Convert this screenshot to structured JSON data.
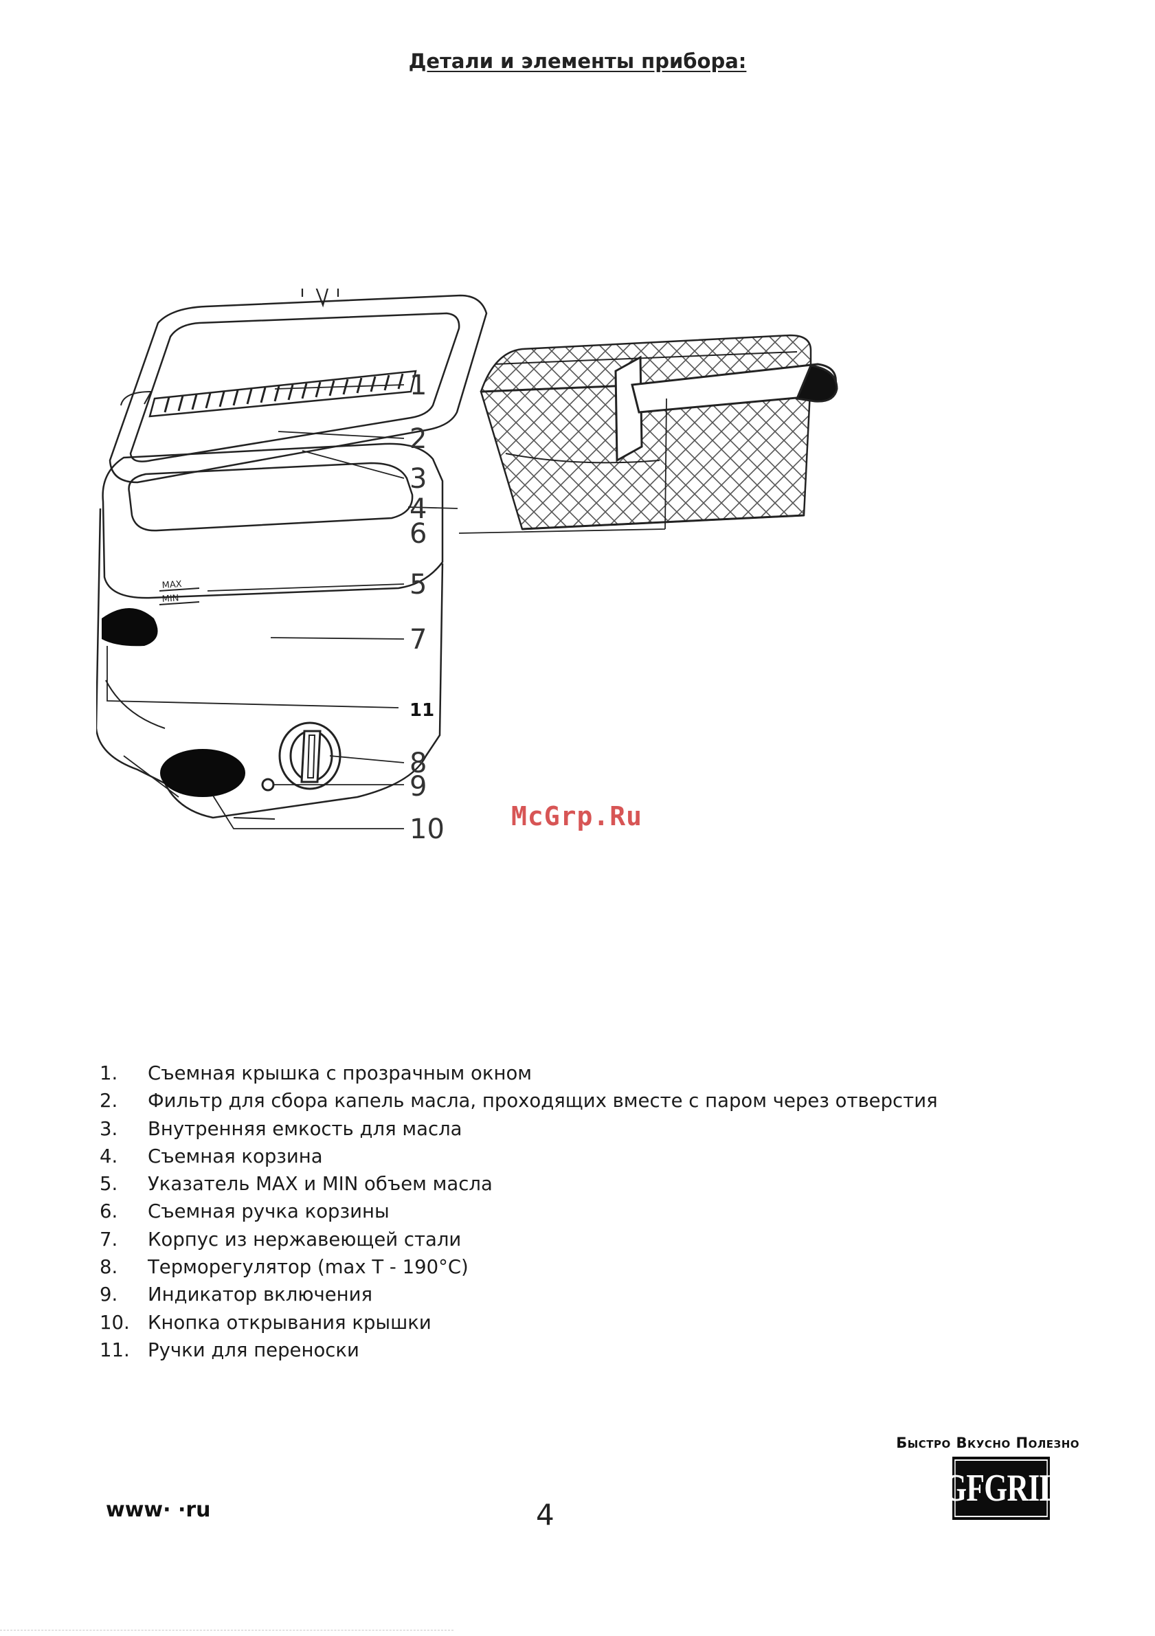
{
  "document": {
    "title": "Детали и элементы прибора:",
    "watermark": "McGrp.Ru",
    "slogan": "Быстро Вкусно Полезно",
    "brand_logo": "GFGRIL",
    "website": "www·        ·ru",
    "page_number": "4"
  },
  "diagram": {
    "labels": [
      "1",
      "2",
      "3",
      "4",
      "5",
      "6",
      "7",
      "8",
      "9",
      "10",
      "11"
    ],
    "scale_marks": [
      "MAX",
      "MIN"
    ]
  },
  "parts": [
    {
      "num": "1.",
      "text": "Съемная крышка с прозрачным окном"
    },
    {
      "num": "2.",
      "text": "Фильтр для сбора капель масла, проходящих вместе с паром через отверстия"
    },
    {
      "num": "3.",
      "text": "Внутренняя емкость для масла"
    },
    {
      "num": "4.",
      "text": "Съемная корзина"
    },
    {
      "num": "5.",
      "text": "Указатель MAX и MIN объем масла"
    },
    {
      "num": "6.",
      "text": "Съемная ручка корзины"
    },
    {
      "num": "7.",
      "text": "Корпус из нержавеющей стали"
    },
    {
      "num": "8.",
      "text": "Терморегулятор (max T - 190°C)"
    },
    {
      "num": "9.",
      "text": "Индикатор включения"
    },
    {
      "num": "10.",
      "text": "Кнопка открывания крышки"
    },
    {
      "num": "11.",
      "text": "Ручки для переноски"
    }
  ]
}
